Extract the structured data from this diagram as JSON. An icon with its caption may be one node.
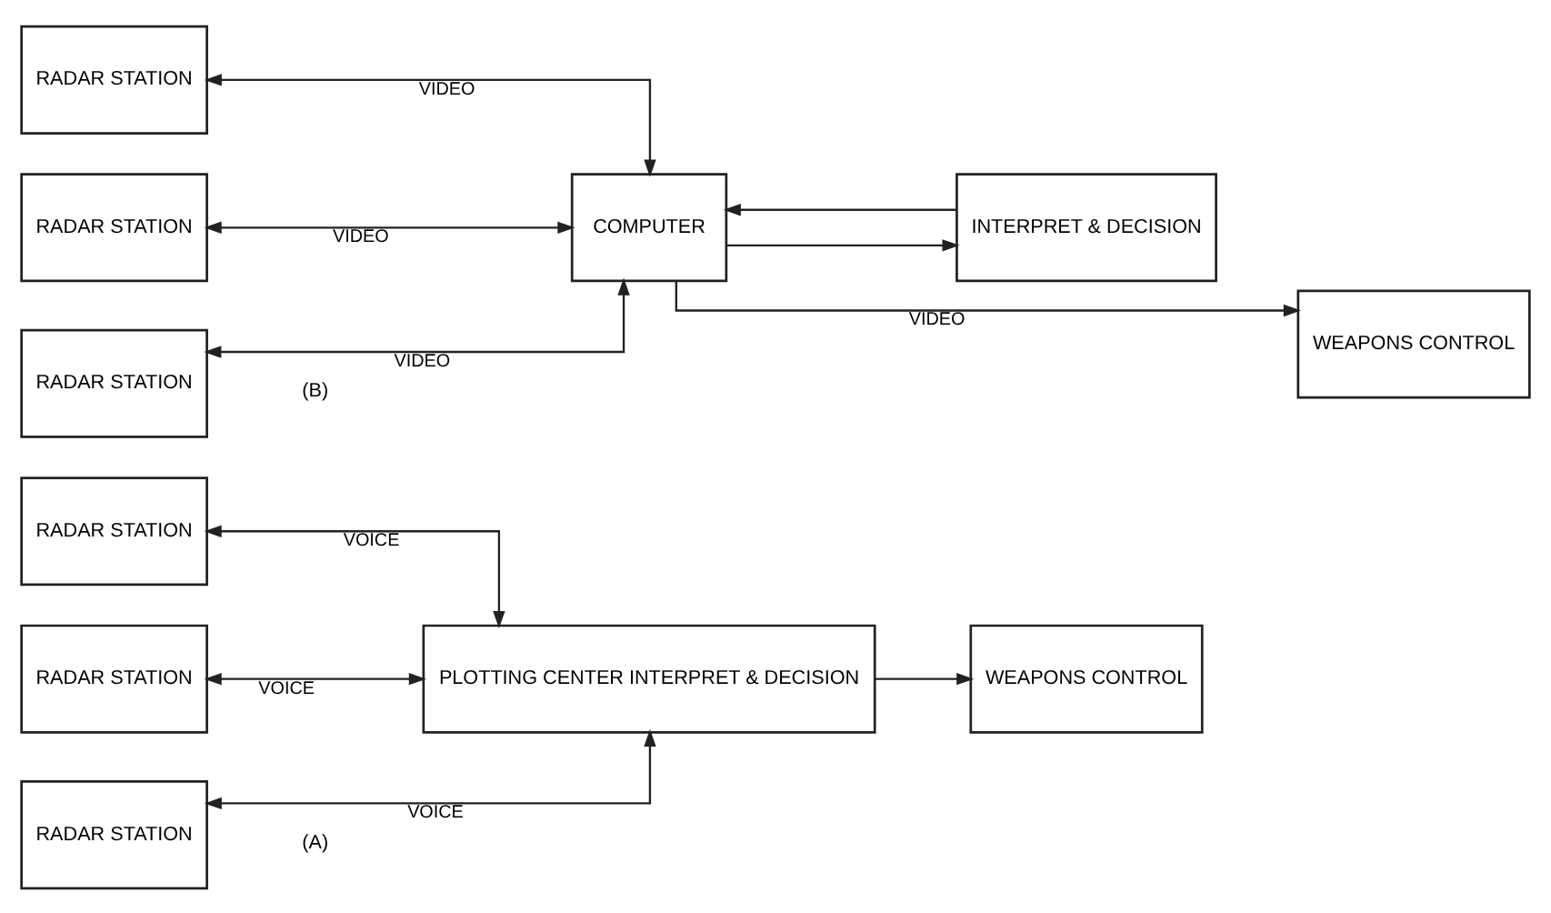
{
  "diagram": {
    "nodes": [
      {
        "text": [
          "RADAR STATION"
        ]
      },
      {
        "text": [
          "RADAR STATION"
        ]
      },
      {
        "text": [
          "RADAR STATION"
        ]
      },
      {
        "text": [
          "PLOTTING CENTER INTERPRET & DECISION"
        ]
      },
      {
        "text": [
          "WEAPONS CONTROL"
        ]
      },
      {
        "text": [
          "RADAR STATION"
        ]
      },
      {
        "text": [
          "RADAR STATION"
        ]
      },
      {
        "text": [
          "RADAR STATION"
        ]
      },
      {
        "text": [
          "COMPUTER"
        ]
      },
      {
        "text": [
          "INTERPRET & DECISION"
        ]
      },
      {
        "text": [
          "WEAPONS CONTROL"
        ]
      }
    ],
    "edges": [
      {
        "from": 0,
        "to": 3,
        "arrow": "both",
        "label": "VOICE"
      },
      {
        "from": 1,
        "to": 3,
        "arrow": "both",
        "label": "VOICE"
      },
      {
        "from": 2,
        "to": 3,
        "arrow": "both",
        "label": "VOICE"
      },
      {
        "from": 3,
        "to": 4,
        "arrow": "to"
      },
      {
        "from": 5,
        "to": 8,
        "arrow": "both",
        "label": "VIDEO"
      },
      {
        "from": 6,
        "to": 8,
        "arrow": "both",
        "label": "VIDEO"
      },
      {
        "from": 7,
        "to": 8,
        "arrow": "both",
        "label": "VIDEO"
      },
      {
        "from": 8,
        "to": 9,
        "arrow": "to"
      },
      {
        "from": 9,
        "to": 8,
        "arrow": "to"
      },
      {
        "from": 8,
        "to": 10,
        "arrow": "to",
        "label": "VIDEO"
      }
    ],
    "labels": [
      "(A)",
      "(B)"
    ]
  }
}
